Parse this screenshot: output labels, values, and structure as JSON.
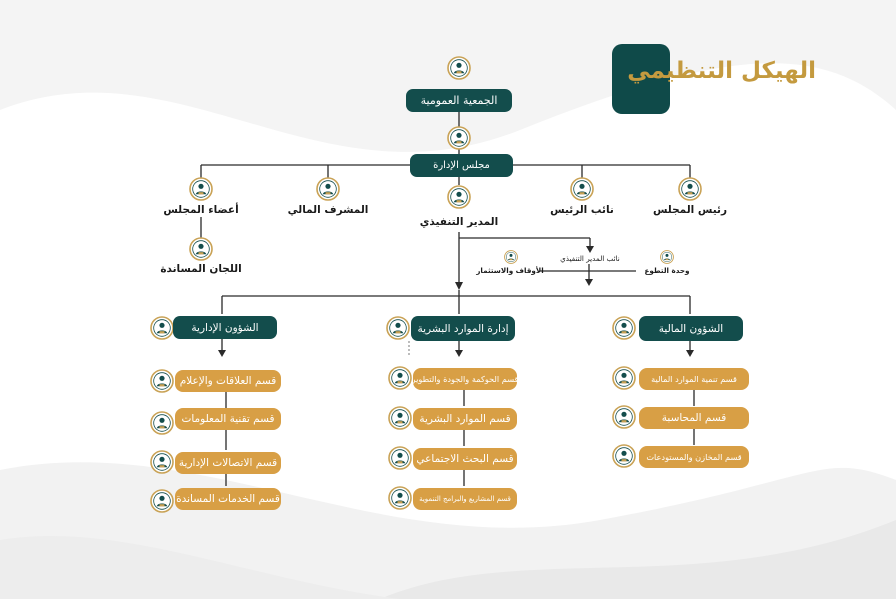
{
  "title": "الهيكل التنظيمي",
  "colors": {
    "dark": "#134d4c",
    "gold": "#d89f45",
    "title_gold": "#c49a3f",
    "line": "#2a2a2a"
  },
  "general_assembly": "الجمعية العمومية",
  "board": "مجلس الإدارة",
  "board_members": {
    "chairman": "رئيس المجلس",
    "vice_chairman": "نائب الرئيس",
    "executive_director": "المدير التنفيذي",
    "financial_supervisor": "المشرف المالي",
    "board_members": "أعضاء المجلس",
    "support_committees": "اللجان المساندة"
  },
  "executive_units": {
    "deputy_executive_director": "نائب المدير التنفيذي",
    "endowments_investment": "الأوقاف والاستثمار",
    "volunteering_unit": "وحدة التطوع"
  },
  "departments": [
    {
      "name": "الشؤون المالية",
      "sections": [
        "قسم تنمية الموارد المالية",
        "قسم المحاسبة",
        "قسم المخازن والمستودعات"
      ]
    },
    {
      "name": "إدارة الموارد البشرية",
      "sections": [
        "قسم الحوكمة والجودة والتطوير",
        "قسم الموارد البشرية",
        "قسم البحث الاجتماعي",
        "قسم المشاريع والبرامج التنموية"
      ]
    },
    {
      "name": "الشؤون الإدارية",
      "sections": [
        "قسم العلاقات والإعلام",
        "قسم تقنية المعلومات",
        "قسم الاتصالات الإدارية",
        "قسم الخدمات المساندة"
      ]
    }
  ],
  "icon_name": "person-badge-icon"
}
